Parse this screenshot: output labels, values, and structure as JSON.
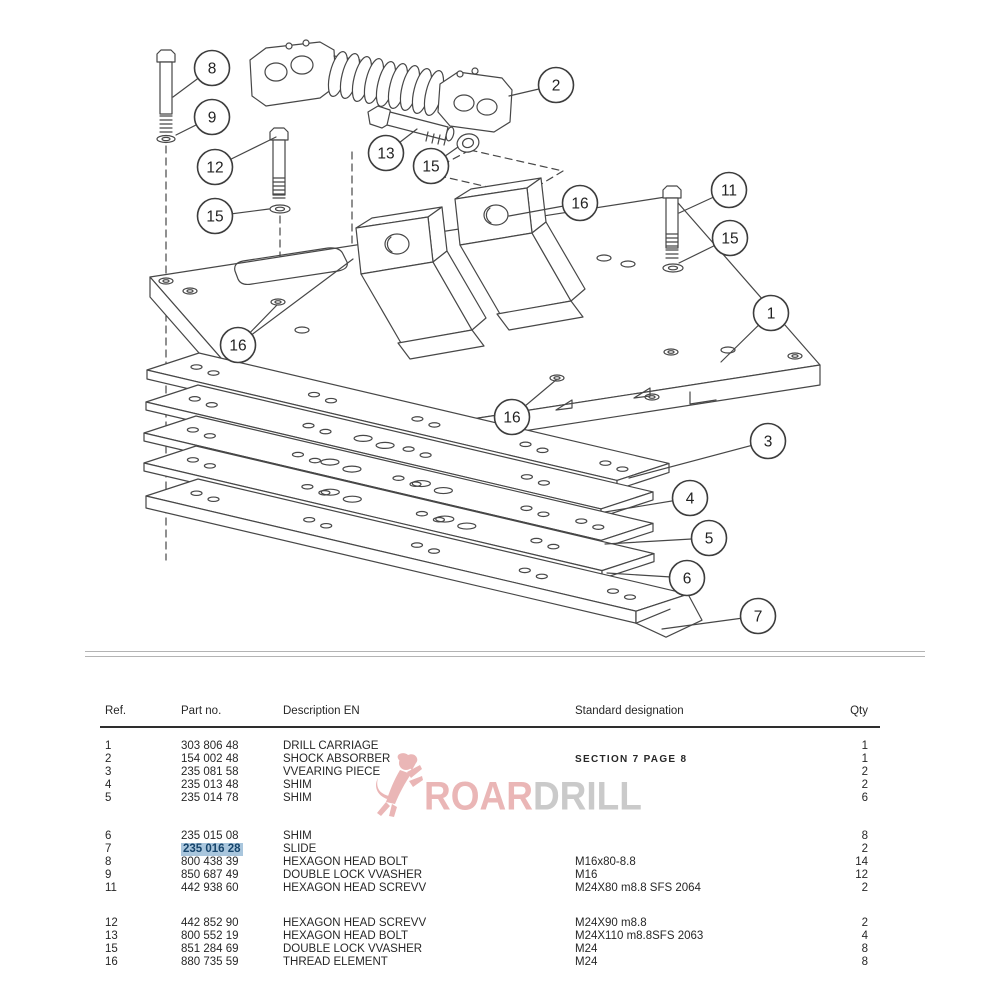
{
  "diagram": {
    "callouts": [
      {
        "label": "8"
      },
      {
        "label": "9"
      },
      {
        "label": "12"
      },
      {
        "label": "15"
      },
      {
        "label": "2"
      },
      {
        "label": "13"
      },
      {
        "label": "15"
      },
      {
        "label": "16"
      },
      {
        "label": "11"
      },
      {
        "label": "15"
      },
      {
        "label": "1"
      },
      {
        "label": "16"
      },
      {
        "label": "16"
      },
      {
        "label": "3"
      },
      {
        "label": "4"
      },
      {
        "label": "5"
      },
      {
        "label": "6"
      },
      {
        "label": "7"
      }
    ]
  },
  "watermark": {
    "roar": "ROAR",
    "drill": "DRILL",
    "roar_color": "#e6a5a5",
    "drill_color": "#bdbdbd"
  },
  "table": {
    "columns": [
      "Ref.",
      "Part no.",
      "Description EN",
      "Standard designation",
      "Qty"
    ],
    "highlight_color": "#a9c6dd",
    "rows": [
      {
        "ref": "1",
        "part": "303 806 48",
        "desc": "DRILL CARRIAGE",
        "std": "",
        "qty": "1"
      },
      {
        "ref": "2",
        "part": "154 002 48",
        "desc": "SHOCK ABSORBER",
        "std": "SECTION 7 PAGE 8",
        "qty": "1",
        "std_section": true
      },
      {
        "ref": "3",
        "part": "235 081 58",
        "desc": "VVEARING PIECE",
        "std": "",
        "qty": "2"
      },
      {
        "ref": "4",
        "part": "235 013 48",
        "desc": "SHIM",
        "std": "",
        "qty": "2"
      },
      {
        "ref": "5",
        "part": "235 014 78",
        "desc": "SHIM",
        "std": "",
        "qty": "6"
      },
      {
        "ref": "6",
        "part": "235 015 08",
        "desc": "SHIM",
        "std": "",
        "qty": "8"
      },
      {
        "ref": "7",
        "part": "235 016 28",
        "desc": "SLIDE",
        "std": "",
        "qty": "2",
        "highlight": true
      },
      {
        "ref": "8",
        "part": "800 438 39",
        "desc": "HEXAGON HEAD BOLT",
        "std": "M16x80-8.8",
        "qty": "14"
      },
      {
        "ref": "9",
        "part": "850 687 49",
        "desc": "DOUBLE LOCK VVASHER",
        "std": "M16",
        "qty": "12"
      },
      {
        "ref": "11",
        "part": "442 938 60",
        "desc": "HEXAGON HEAD SCREVV",
        "std": "M24X80 m8.8 SFS 2064",
        "qty": "2"
      },
      {
        "ref": "12",
        "part": "442 852 90",
        "desc": "HEXAGON HEAD SCREVV",
        "std": "M24X90 m8.8",
        "qty": "2"
      },
      {
        "ref": "13",
        "part": "800 552 19",
        "desc": "HEXAGON HEAD BOLT",
        "std": "M24X110 m8.8SFS 2063",
        "qty": "4"
      },
      {
        "ref": "15",
        "part": "851 284 69",
        "desc": "DOUBLE LOCK VVASHER",
        "std": "M24",
        "qty": "8"
      },
      {
        "ref": "16",
        "part": "880 735 59",
        "desc": "THREAD ELEMENT",
        "std": "M24",
        "qty": "8"
      }
    ]
  }
}
